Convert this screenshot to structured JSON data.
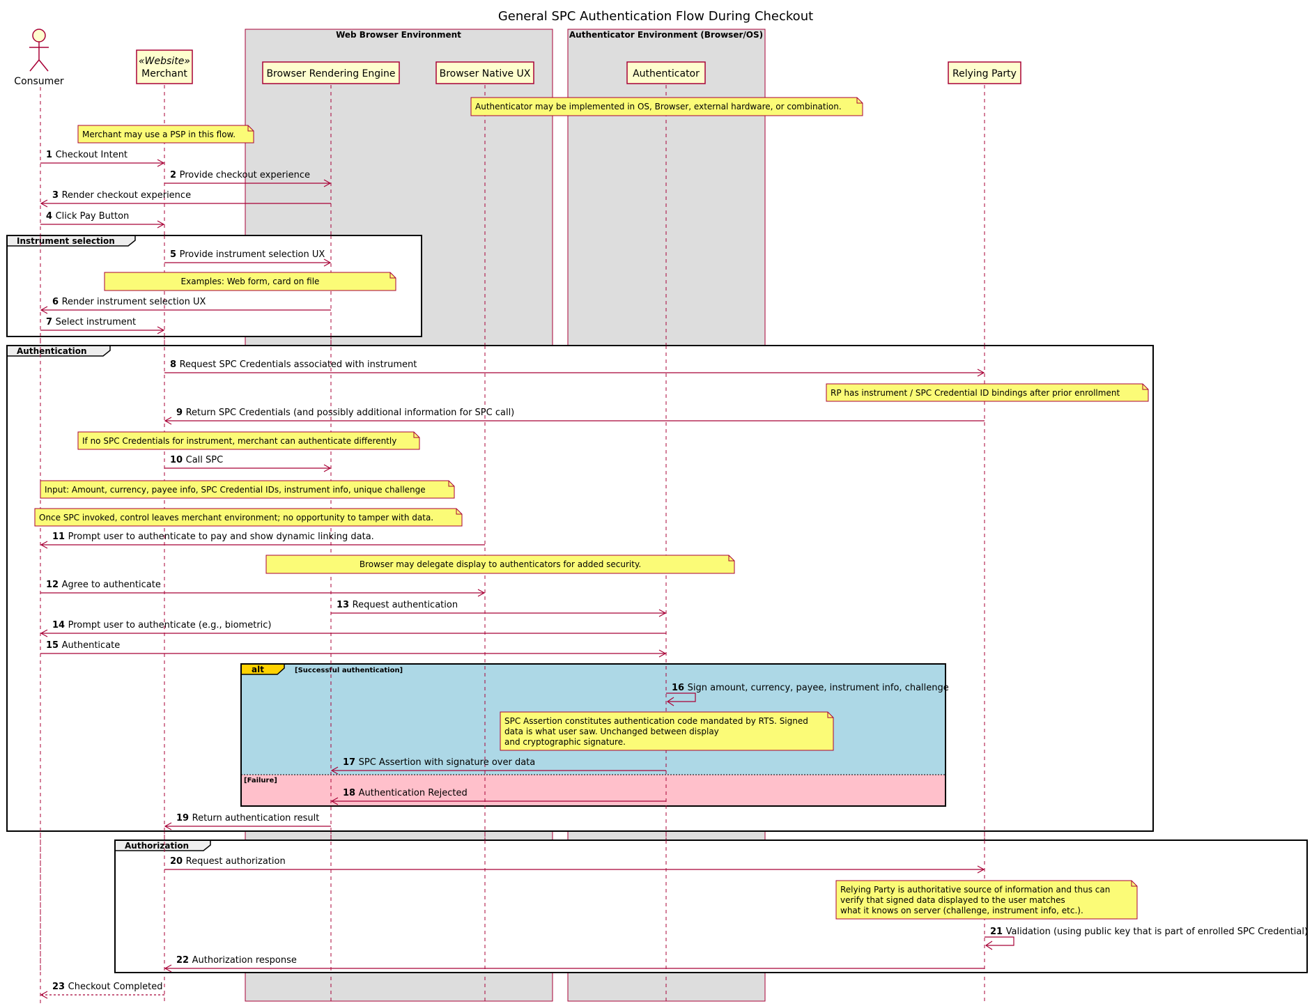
{
  "title": "General SPC Authentication Flow During Checkout",
  "colors": {
    "line": "#a80036",
    "participant_fill": "#fefece",
    "note_fill": "#fbfb77",
    "box_fill": "#dddddd",
    "alt_success": "#add8e6",
    "alt_failure": "#ffc0cb",
    "alt_tab": "#ffd200"
  },
  "boxes": [
    {
      "id": "web",
      "label": "Web Browser Environment"
    },
    {
      "id": "auth",
      "label": "Authenticator Environment (Browser/OS)"
    }
  ],
  "participants": [
    {
      "id": "consumer",
      "label": "Consumer",
      "type": "actor"
    },
    {
      "id": "merchant",
      "label": "Merchant",
      "stereotype": "«Website»"
    },
    {
      "id": "engine",
      "label": "Browser Rendering Engine"
    },
    {
      "id": "native",
      "label": "Browser Native UX"
    },
    {
      "id": "authenticator",
      "label": "Authenticator"
    },
    {
      "id": "rp",
      "label": "Relying Party"
    }
  ],
  "groups": [
    {
      "id": "g1",
      "label": "Instrument selection"
    },
    {
      "id": "g2",
      "label": "Authentication"
    },
    {
      "id": "g3",
      "label": "Authorization"
    }
  ],
  "alt": {
    "label": "alt",
    "success": "[Successful authentication]",
    "failure": "[Failure]"
  },
  "messages": [
    {
      "n": "1",
      "text": "Checkout Intent"
    },
    {
      "n": "2",
      "text": "Provide checkout experience"
    },
    {
      "n": "3",
      "text": "Render checkout experience"
    },
    {
      "n": "4",
      "text": "Click Pay Button"
    },
    {
      "n": "5",
      "text": "Provide instrument selection UX"
    },
    {
      "n": "6",
      "text": "Render instrument selection UX"
    },
    {
      "n": "7",
      "text": "Select instrument"
    },
    {
      "n": "8",
      "text": "Request SPC Credentials associated with instrument"
    },
    {
      "n": "9",
      "text": "Return SPC Credentials (and possibly additional information for SPC call)"
    },
    {
      "n": "10",
      "text": "Call SPC"
    },
    {
      "n": "11",
      "text": "Prompt user to authenticate to pay and show dynamic linking data."
    },
    {
      "n": "12",
      "text": "Agree to authenticate"
    },
    {
      "n": "13",
      "text": "Request authentication"
    },
    {
      "n": "14",
      "text": "Prompt user to authenticate (e.g., biometric)"
    },
    {
      "n": "15",
      "text": "Authenticate"
    },
    {
      "n": "16",
      "text": "Sign amount, currency, payee, instrument info, challenge"
    },
    {
      "n": "17",
      "text": "SPC Assertion with signature over data"
    },
    {
      "n": "18",
      "text": "Authentication Rejected"
    },
    {
      "n": "19",
      "text": "Return authentication result"
    },
    {
      "n": "20",
      "text": "Request authorization"
    },
    {
      "n": "21",
      "text": "Validation (using public key that is part of enrolled SPC Credential)"
    },
    {
      "n": "22",
      "text": "Authorization response"
    },
    {
      "n": "23",
      "text": "Checkout Completed"
    }
  ],
  "notes": [
    {
      "id": "n1",
      "lines": [
        "Authenticator may be implemented in OS, Browser, external hardware, or combination."
      ]
    },
    {
      "id": "n2",
      "lines": [
        "Merchant may use a PSP in this flow."
      ]
    },
    {
      "id": "n3",
      "lines": [
        "Examples: Web form, card on file"
      ]
    },
    {
      "id": "n4",
      "lines": [
        "RP has instrument / SPC Credential ID bindings after prior enrollment"
      ]
    },
    {
      "id": "n5",
      "lines": [
        "If no SPC Credentials for instrument, merchant can authenticate differently"
      ]
    },
    {
      "id": "n6",
      "lines": [
        "Input: Amount, currency, payee info, SPC Credential IDs, instrument info, unique challenge"
      ]
    },
    {
      "id": "n7",
      "lines": [
        "Once SPC invoked, control leaves merchant environment; no opportunity to tamper with data."
      ]
    },
    {
      "id": "n8",
      "lines": [
        "Browser may delegate display to authenticators for added security."
      ]
    },
    {
      "id": "n9",
      "lines": [
        "SPC Assertion constitutes authentication code mandated by RTS. Signed",
        "data is what user saw. Unchanged between display",
        "and cryptographic signature."
      ]
    },
    {
      "id": "n10",
      "lines": [
        "Relying Party is authoritative source of information and thus can",
        "verify that signed data displayed to the user matches",
        "what it knows on server (challenge, instrument info, etc.)."
      ]
    }
  ]
}
